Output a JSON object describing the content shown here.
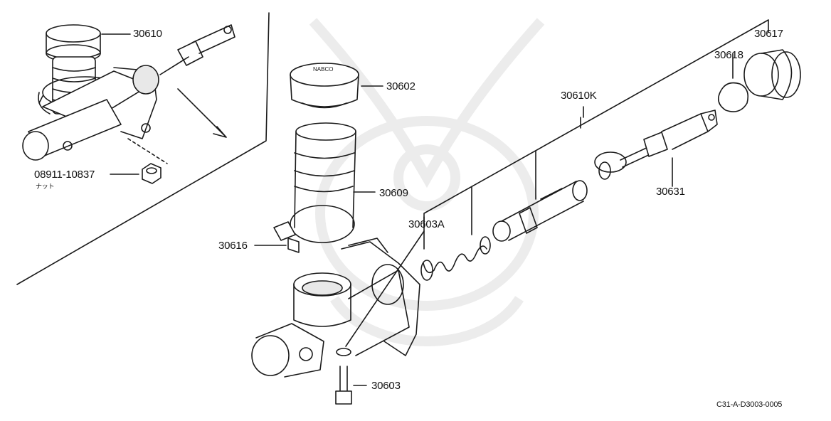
{
  "labels": {
    "p30610": "30610",
    "p30602": "30602",
    "p30610k": "30610K",
    "p30617": "30617",
    "p30618": "30618",
    "p30609": "30609",
    "p30603a": "30603A",
    "p30616": "30616",
    "p30631": "30631",
    "p30603": "30603",
    "p08911": "08911-10837",
    "nut_jp": "ナット"
  },
  "diagram_code": "C31-A-D3003-0005",
  "colors": {
    "ink": "#1a1a1a",
    "watermark": "#ececec"
  }
}
